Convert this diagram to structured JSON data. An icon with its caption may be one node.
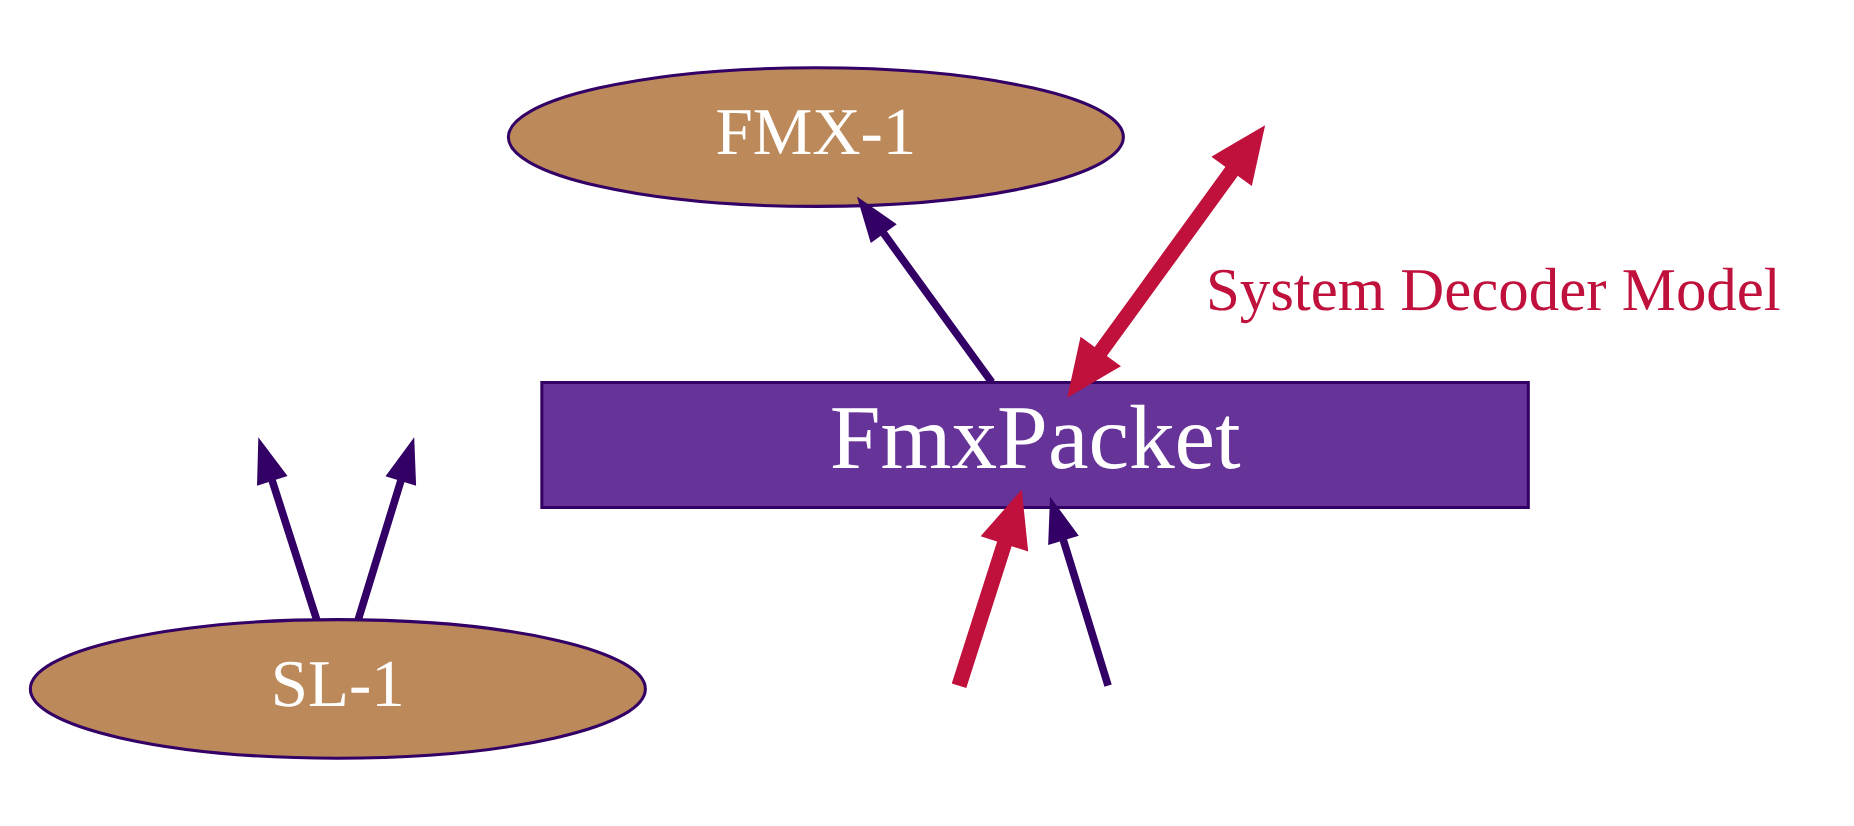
{
  "diagram": {
    "nodes": [
      {
        "text": [
          "SL-1"
        ]
      },
      {
        "text": [
          "FMX-1"
        ]
      },
      {
        "text": [
          "FmxPacket"
        ]
      }
    ],
    "edges": [
      {
        "from": 0,
        "to": null,
        "arrow": "to"
      },
      {
        "from": 0,
        "to": null,
        "arrow": "to"
      },
      {
        "from": 2,
        "to": 1,
        "arrow": "to"
      },
      {
        "from": 2,
        "to": null,
        "arrow": "both",
        "label": "System Decoder Model",
        "style": "thick",
        "color": "#c0103c"
      },
      {
        "from": null,
        "to": 2,
        "arrow": "to",
        "style": "thick",
        "color": "#c0103c"
      },
      {
        "from": null,
        "to": 2,
        "arrow": "to"
      }
    ]
  }
}
